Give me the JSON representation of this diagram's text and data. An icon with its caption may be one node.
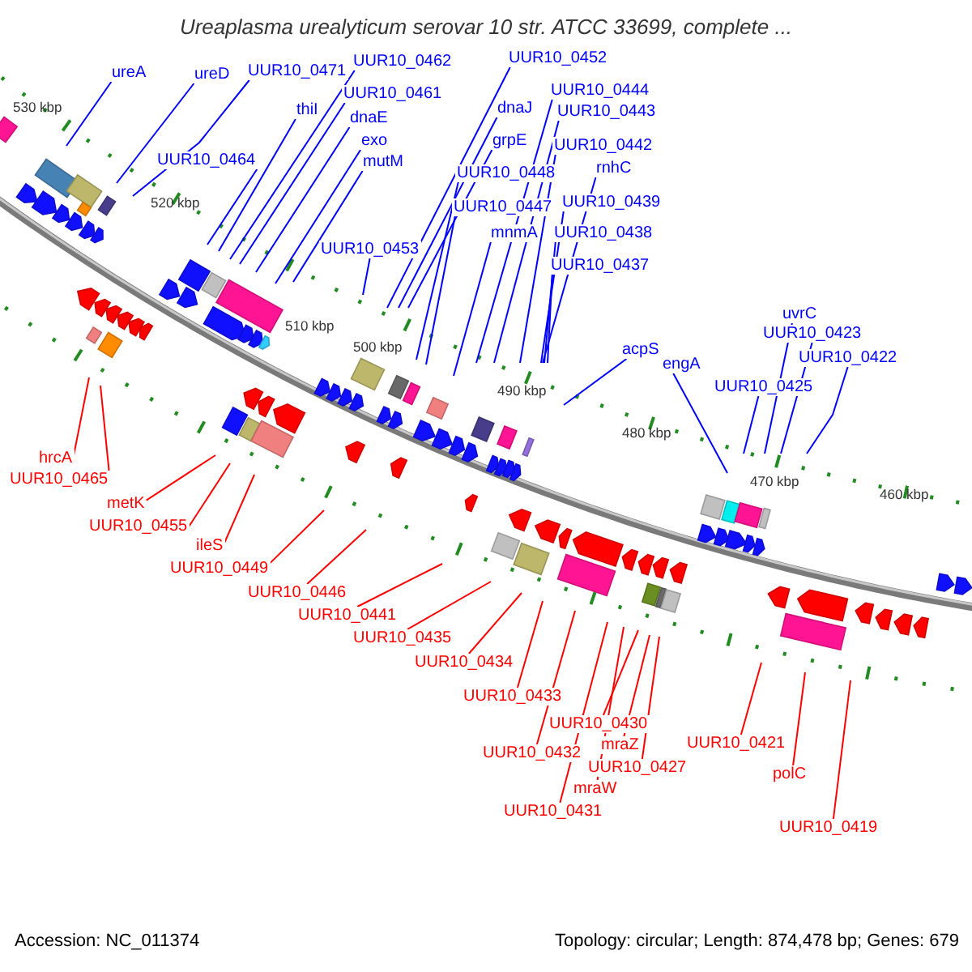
{
  "diagram": {
    "title": "Ureaplasma urealyticum serovar 10 str. ATCC 33699, complete ...",
    "nodes": [
      {
        "text": [
          "ureA"
        ]
      },
      {
        "text": [
          "ureD"
        ]
      },
      {
        "text": [
          "UUR10_0471"
        ]
      },
      {
        "text": [
          "UUR10_0462"
        ]
      },
      {
        "text": [
          "UUR10_0461"
        ]
      },
      {
        "text": [
          "thiI"
        ]
      },
      {
        "text": [
          "dnaE"
        ]
      },
      {
        "text": [
          "UUR10_0464"
        ]
      },
      {
        "text": [
          "exo"
        ]
      },
      {
        "text": [
          "mutM"
        ]
      },
      {
        "text": [
          "UUR10_0452"
        ]
      },
      {
        "text": [
          "dnaJ"
        ]
      },
      {
        "text": [
          "grpE"
        ]
      },
      {
        "text": [
          "UUR10_0448"
        ]
      },
      {
        "text": [
          "UUR10_0447"
        ]
      },
      {
        "text": [
          "mnmA"
        ]
      },
      {
        "text": [
          "UUR10_0453"
        ]
      },
      {
        "text": [
          "UUR10_0444"
        ]
      },
      {
        "text": [
          "UUR10_0443"
        ]
      },
      {
        "text": [
          "UUR10_0442"
        ]
      },
      {
        "text": [
          "rnhC"
        ]
      },
      {
        "text": [
          "UUR10_0439"
        ]
      },
      {
        "text": [
          "UUR10_0438"
        ]
      },
      {
        "text": [
          "UUR10_0437"
        ]
      },
      {
        "text": [
          "acpS"
        ]
      },
      {
        "text": [
          "engA"
        ]
      },
      {
        "text": [
          "uvrC"
        ]
      },
      {
        "text": [
          "UUR10_0423"
        ]
      },
      {
        "text": [
          "UUR10_0425"
        ]
      },
      {
        "text": [
          "UUR10_0422"
        ]
      },
      {
        "text": [
          "hrcA"
        ]
      },
      {
        "text": [
          "UUR10_0465"
        ]
      },
      {
        "text": [
          "metK"
        ]
      },
      {
        "text": [
          "UUR10_0455"
        ]
      },
      {
        "text": [
          "ileS"
        ]
      },
      {
        "text": [
          "UUR10_0449"
        ]
      },
      {
        "text": [
          "UUR10_0446"
        ]
      },
      {
        "text": [
          "UUR10_0441"
        ]
      },
      {
        "text": [
          "UUR10_0435"
        ]
      },
      {
        "text": [
          "UUR10_0434"
        ]
      },
      {
        "text": [
          "UUR10_0433"
        ]
      },
      {
        "text": [
          "UUR10_0432"
        ]
      },
      {
        "text": [
          "UUR10_0430"
        ]
      },
      {
        "text": [
          "mraZ"
        ]
      },
      {
        "text": [
          "UUR10_0427"
        ]
      },
      {
        "text": [
          "mraW"
        ]
      },
      {
        "text": [
          "UUR10_0431"
        ]
      },
      {
        "text": [
          "UUR10_0421"
        ]
      },
      {
        "text": [
          "polC"
        ]
      },
      {
        "text": [
          "UUR10_0419"
        ]
      }
    ],
    "edges": [
      {
        "from": 0,
        "to": null,
        "arrow": "none"
      },
      {
        "from": 1,
        "to": null,
        "arrow": "none"
      },
      {
        "from": 2,
        "to": null,
        "arrow": "none"
      },
      {
        "from": 3,
        "to": null,
        "arrow": "none"
      },
      {
        "from": 4,
        "to": null,
        "arrow": "none"
      },
      {
        "from": 5,
        "to": null,
        "arrow": "none"
      },
      {
        "from": 6,
        "to": null,
        "arrow": "none"
      },
      {
        "from": 7,
        "to": null,
        "arrow": "none"
      },
      {
        "from": 8,
        "to": null,
        "arrow": "none"
      },
      {
        "from": 9,
        "to": null,
        "arrow": "none"
      },
      {
        "from": 10,
        "to": null,
        "arrow": "none"
      },
      {
        "from": 11,
        "to": null,
        "arrow": "none"
      },
      {
        "from": 12,
        "to": null,
        "arrow": "none"
      },
      {
        "from": 13,
        "to": null,
        "arrow": "none"
      },
      {
        "from": 14,
        "to": null,
        "arrow": "none"
      },
      {
        "from": 15,
        "to": null,
        "arrow": "none"
      },
      {
        "from": 16,
        "to": null,
        "arrow": "none"
      },
      {
        "from": 17,
        "to": null,
        "arrow": "none"
      },
      {
        "from": 18,
        "to": null,
        "arrow": "none"
      },
      {
        "from": 19,
        "to": null,
        "arrow": "none"
      },
      {
        "from": 20,
        "to": null,
        "arrow": "none"
      },
      {
        "from": 21,
        "to": null,
        "arrow": "none"
      },
      {
        "from": 22,
        "to": null,
        "arrow": "none"
      },
      {
        "from": 23,
        "to": null,
        "arrow": "none"
      },
      {
        "from": 24,
        "to": null,
        "arrow": "none"
      },
      {
        "from": 25,
        "to": null,
        "arrow": "none"
      },
      {
        "from": 26,
        "to": null,
        "arrow": "none"
      },
      {
        "from": 27,
        "to": null,
        "arrow": "none"
      },
      {
        "from": 28,
        "to": null,
        "arrow": "none"
      },
      {
        "from": 29,
        "to": null,
        "arrow": "none"
      },
      {
        "from": 30,
        "to": null,
        "arrow": "none",
        "color": "#ff0000"
      },
      {
        "from": 31,
        "to": null,
        "arrow": "none",
        "color": "#ff0000"
      },
      {
        "from": 32,
        "to": null,
        "arrow": "none",
        "color": "#ff0000"
      },
      {
        "from": 33,
        "to": null,
        "arrow": "none",
        "color": "#ff0000"
      },
      {
        "from": 34,
        "to": null,
        "arrow": "none",
        "color": "#ff0000"
      },
      {
        "from": 35,
        "to": null,
        "arrow": "none",
        "color": "#ff0000"
      },
      {
        "from": 36,
        "to": null,
        "arrow": "none",
        "color": "#ff0000"
      },
      {
        "from": 37,
        "to": null,
        "arrow": "none",
        "color": "#ff0000"
      },
      {
        "from": 38,
        "to": null,
        "arrow": "none",
        "color": "#ff0000"
      },
      {
        "from": 39,
        "to": null,
        "arrow": "none",
        "color": "#ff0000"
      },
      {
        "from": 40,
        "to": null,
        "arrow": "none",
        "color": "#ff0000"
      },
      {
        "from": 41,
        "to": null,
        "arrow": "none",
        "color": "#ff0000"
      },
      {
        "from": 42,
        "to": null,
        "arrow": "none",
        "color": "#ff0000"
      },
      {
        "from": 43,
        "to": null,
        "arrow": "none",
        "color": "#ff0000"
      },
      {
        "from": 44,
        "to": null,
        "arrow": "none",
        "color": "#ff0000"
      },
      {
        "from": 45,
        "to": null,
        "arrow": "none",
        "color": "#ff0000"
      },
      {
        "from": 46,
        "to": null,
        "arrow": "none",
        "color": "#ff0000"
      },
      {
        "from": 47,
        "to": null,
        "arrow": "none",
        "color": "#ff0000"
      },
      {
        "from": 48,
        "to": null,
        "arrow": "none",
        "color": "#ff0000"
      },
      {
        "from": 49,
        "to": null,
        "arrow": "none",
        "color": "#ff0000"
      }
    ],
    "labels": [
      "530 kbp",
      "520 kbp",
      "510 kbp",
      "500 kbp",
      "490 kbp",
      "480 kbp",
      "470 kbp",
      "460 kbp",
      "Accession: NC_011374",
      "Topology: circular; Length: 874,478 bp; Genes: 679"
    ]
  }
}
